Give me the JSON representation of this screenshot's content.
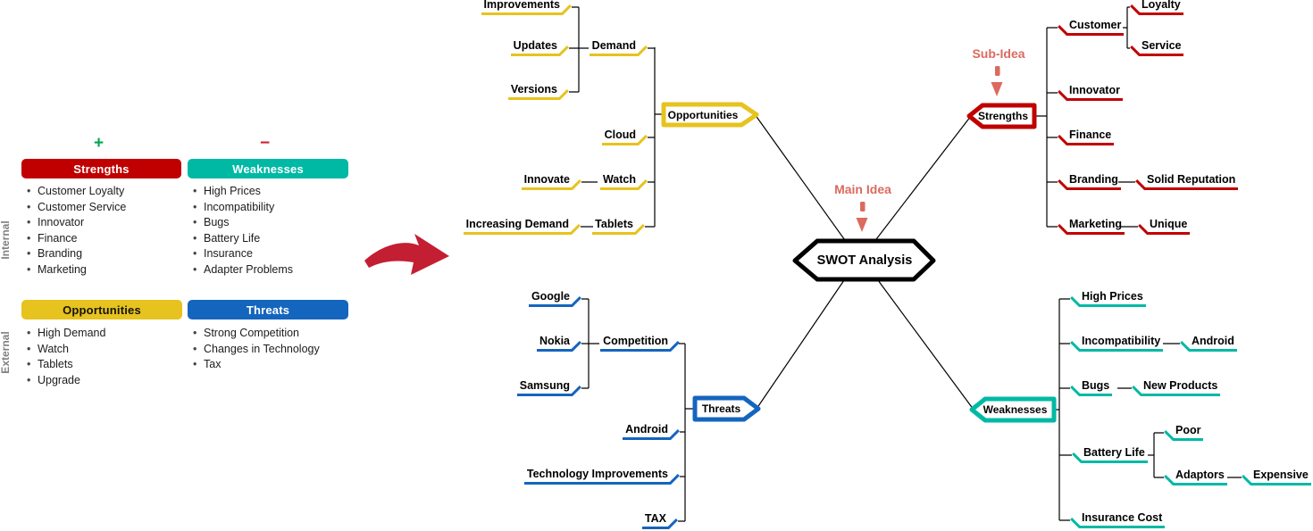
{
  "legend": {
    "plus_sign": "+",
    "minus_sign": "−",
    "internal_label": "Internal",
    "external_label": "External",
    "quadrants": [
      {
        "title": "Strengths",
        "color": "#C00000",
        "items": [
          "Customer Loyalty",
          "Customer Service",
          "Innovator",
          "Finance",
          "Branding",
          "Marketing"
        ]
      },
      {
        "title": "Weaknesses",
        "color": "#00B9A5",
        "items": [
          "High Prices",
          "Incompatibility",
          "Bugs",
          "Battery Life",
          "Insurance",
          "Adapter Problems"
        ]
      },
      {
        "title": "Opportunities",
        "color": "#E6C31E",
        "items": [
          "High Demand",
          "Watch",
          "Tablets",
          "Upgrade"
        ]
      },
      {
        "title": "Threats",
        "color": "#1465BE",
        "items": [
          "Strong Competition",
          "Changes in Technology",
          "Tax"
        ]
      }
    ]
  },
  "mindmap": {
    "center_label": "SWOT Analysis",
    "main_idea_label": "Main Idea",
    "sub_idea_label": "Sub-Idea",
    "opportunities": {
      "label": "Opportunities",
      "children": [
        {
          "label": "Demand",
          "children": [
            {
              "label": "Improvements"
            },
            {
              "label": "Updates"
            },
            {
              "label": "Versions"
            }
          ]
        },
        {
          "label": "Cloud"
        },
        {
          "label": "Watch",
          "children": [
            {
              "label": "Innovate"
            }
          ]
        },
        {
          "label": "Tablets",
          "children": [
            {
              "label": "Increasing Demand"
            }
          ]
        }
      ]
    },
    "strengths": {
      "label": "Strengths",
      "children": [
        {
          "label": "Customer",
          "children": [
            {
              "label": "Loyalty"
            },
            {
              "label": "Service"
            }
          ]
        },
        {
          "label": "Innovator"
        },
        {
          "label": "Finance"
        },
        {
          "label": "Branding",
          "children": [
            {
              "label": "Solid Reputation"
            }
          ]
        },
        {
          "label": "Marketing",
          "children": [
            {
              "label": "Unique"
            }
          ]
        }
      ]
    },
    "threats": {
      "label": "Threats",
      "children": [
        {
          "label": "Competition",
          "children": [
            {
              "label": "Google"
            },
            {
              "label": "Nokia"
            },
            {
              "label": "Samsung"
            }
          ]
        },
        {
          "label": "Android"
        },
        {
          "label": "Technology Improvements"
        },
        {
          "label": "TAX"
        }
      ]
    },
    "weaknesses": {
      "label": "Weaknesses",
      "children": [
        {
          "label": "High Prices"
        },
        {
          "label": "Incompatibility",
          "children": [
            {
              "label": "Android"
            }
          ]
        },
        {
          "label": "Bugs",
          "children": [
            {
              "label": "New Products"
            }
          ]
        },
        {
          "label": "Battery Life",
          "children": [
            {
              "label": "Poor"
            },
            {
              "label": "Adaptors",
              "children": [
                {
                  "label": "Expensive"
                }
              ]
            }
          ]
        },
        {
          "label": "Insurance Cost"
        }
      ]
    }
  },
  "colors": {
    "strengths": "#C00000",
    "weaknesses": "#00B9A5",
    "opportunities": "#E6C31E",
    "threats": "#1465BE",
    "idea_annotation": "#DB6A5F",
    "plus": "#00A651",
    "minus": "#D02030",
    "connector": "#000000"
  }
}
